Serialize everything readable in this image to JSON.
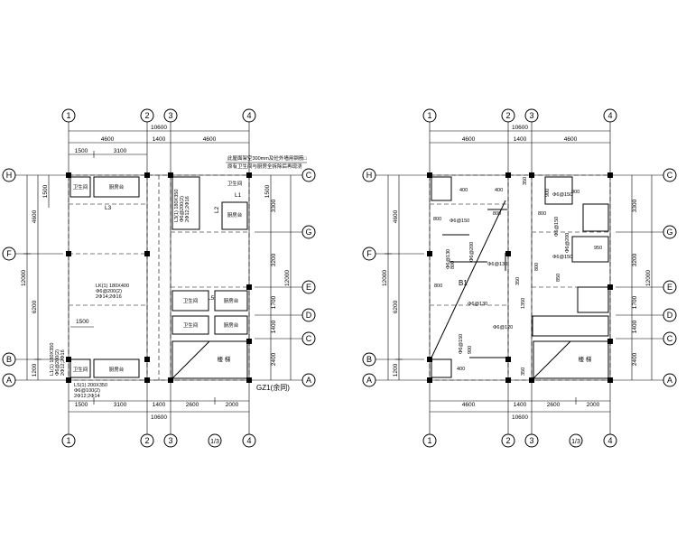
{
  "axes": {
    "cols": [
      "1",
      "2",
      "3",
      "4"
    ],
    "rows_left": [
      "H",
      "F",
      "B",
      "A"
    ],
    "rows_right": [
      "C",
      "G",
      "E",
      "D",
      "C",
      "A"
    ],
    "extra_mark": "1/3"
  },
  "plan1": {
    "total_top": "10600",
    "top_dims": [
      "4600",
      "1400",
      "4600"
    ],
    "top_sub": [
      "1500",
      "3100"
    ],
    "bottom_dims": [
      "1500",
      "3100",
      "1400",
      "2600",
      "2000"
    ],
    "total_bottom": "10600",
    "left_dims_outer": [
      "4600",
      "12000",
      "6200",
      "1200"
    ],
    "left_dim_top": "1500",
    "right_dims": [
      "3300",
      "3200",
      "1700",
      "1400",
      "2400"
    ],
    "right_dim_top": "1500",
    "right_total": "12000",
    "note_line1": "此屋面架空300mm及砼外墙用钢筋□",
    "note_line2": "原有卫生间与厨房全拆除后再现浇",
    "labels": {
      "wc1": "卫生间",
      "kitchen1": "厨房台",
      "wc2": "卫生间",
      "kitchen2": "厨房台",
      "wc3": "卫生间",
      "kitchen3": "厨房台",
      "wc4": "卫生间",
      "kitchen4": "厨房台",
      "stairs": "楼 梯",
      "l1": "L1",
      "l2": "L2",
      "l3": "L3",
      "l5": "L5",
      "beam_center": "LK(1) 180X400",
      "beam_center2": "Φ6@200(2)",
      "beam_center3": "2Φ14;2Φ16",
      "beam_bottom1": "LS(1) 200X350",
      "beam_bottom2": "Φ6@100(2)",
      "beam_bottom3": "2Φ12;2Φ14",
      "beam_right1": "L3(1) 180X350",
      "beam_right2": "Φ6@200(2)",
      "beam_right3": "2Φ12;2Φ16",
      "beam_left1": "L1(1) 180X350",
      "beam_left2": "Φ6@200(2)",
      "beam_left3": "2Φ12;2Φ16",
      "dim_small": "1500",
      "gz": "GZ1(余同)"
    }
  },
  "plan2": {
    "total_top": "10600",
    "top_dims": [
      "4600",
      "1400",
      "4600"
    ],
    "bottom_dims": [
      "4600",
      "1400",
      "2600",
      "2000"
    ],
    "total_bottom": "10600",
    "left_dims": [
      "4600",
      "12000",
      "6200",
      "1200"
    ],
    "right_dims": [
      "3300",
      "3200",
      "1700",
      "1400",
      "2400"
    ],
    "right_total": "12000",
    "slab": "B1",
    "stairs": "楼 梯",
    "marks": {
      "m400a": "400",
      "m400b": "400",
      "m350a": "350",
      "m900": "900",
      "m900b": "900",
      "m800a": "800",
      "m800b": "800",
      "m800c": "800",
      "m800d": "800",
      "m800e": "800",
      "m800f": "800",
      "m950": "950",
      "m850": "850",
      "m1350": "1350",
      "m350b": "350",
      "m350c": "350",
      "m400c": "400",
      "m900c": "900",
      "r1": "Φ6@150",
      "r2": "Φ6@130",
      "r3": "Φ6@200",
      "r4": "Φ6@150",
      "r5": "Φ6@200",
      "r6": "Φ6@150",
      "r7": "Φ6@130",
      "r8": "Φ6@150",
      "r9": "Φ6@130",
      "r10": "Φ6@150",
      "r11": "Φ6@120"
    }
  }
}
